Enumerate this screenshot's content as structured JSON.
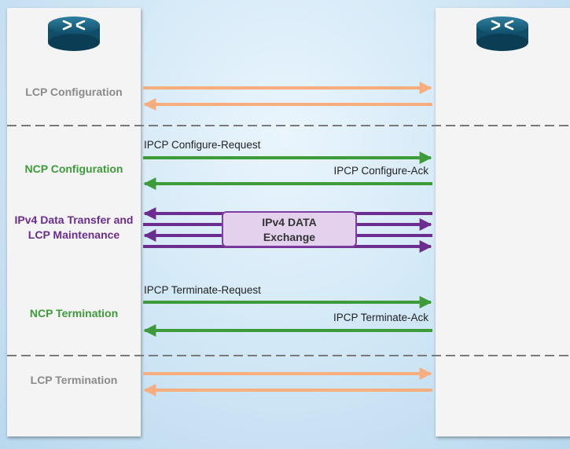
{
  "phases": {
    "lcp_config": "LCP Configuration",
    "ncp_config": "NCP Configuration",
    "data_transfer_line1": "IPv4 Data Transfer and",
    "data_transfer_line2": "LCP Maintenance",
    "ncp_term": "NCP Termination",
    "lcp_term": "LCP Termination"
  },
  "messages": {
    "configure_request": "IPCP Configure-Request",
    "configure_ack": "IPCP Configure-Ack",
    "terminate_request": "IPCP Terminate-Request",
    "terminate_ack": "IPCP Terminate-Ack"
  },
  "exchange": {
    "line1": "IPv4 DATA",
    "line2": "Exchange"
  },
  "colors": {
    "lcp": "#f8ad7e",
    "ncp": "#3d9b3a",
    "data": "#6b2d8f",
    "divider": "#7a7a7a"
  },
  "icons": {
    "left": "router-icon",
    "right": "router-icon"
  }
}
